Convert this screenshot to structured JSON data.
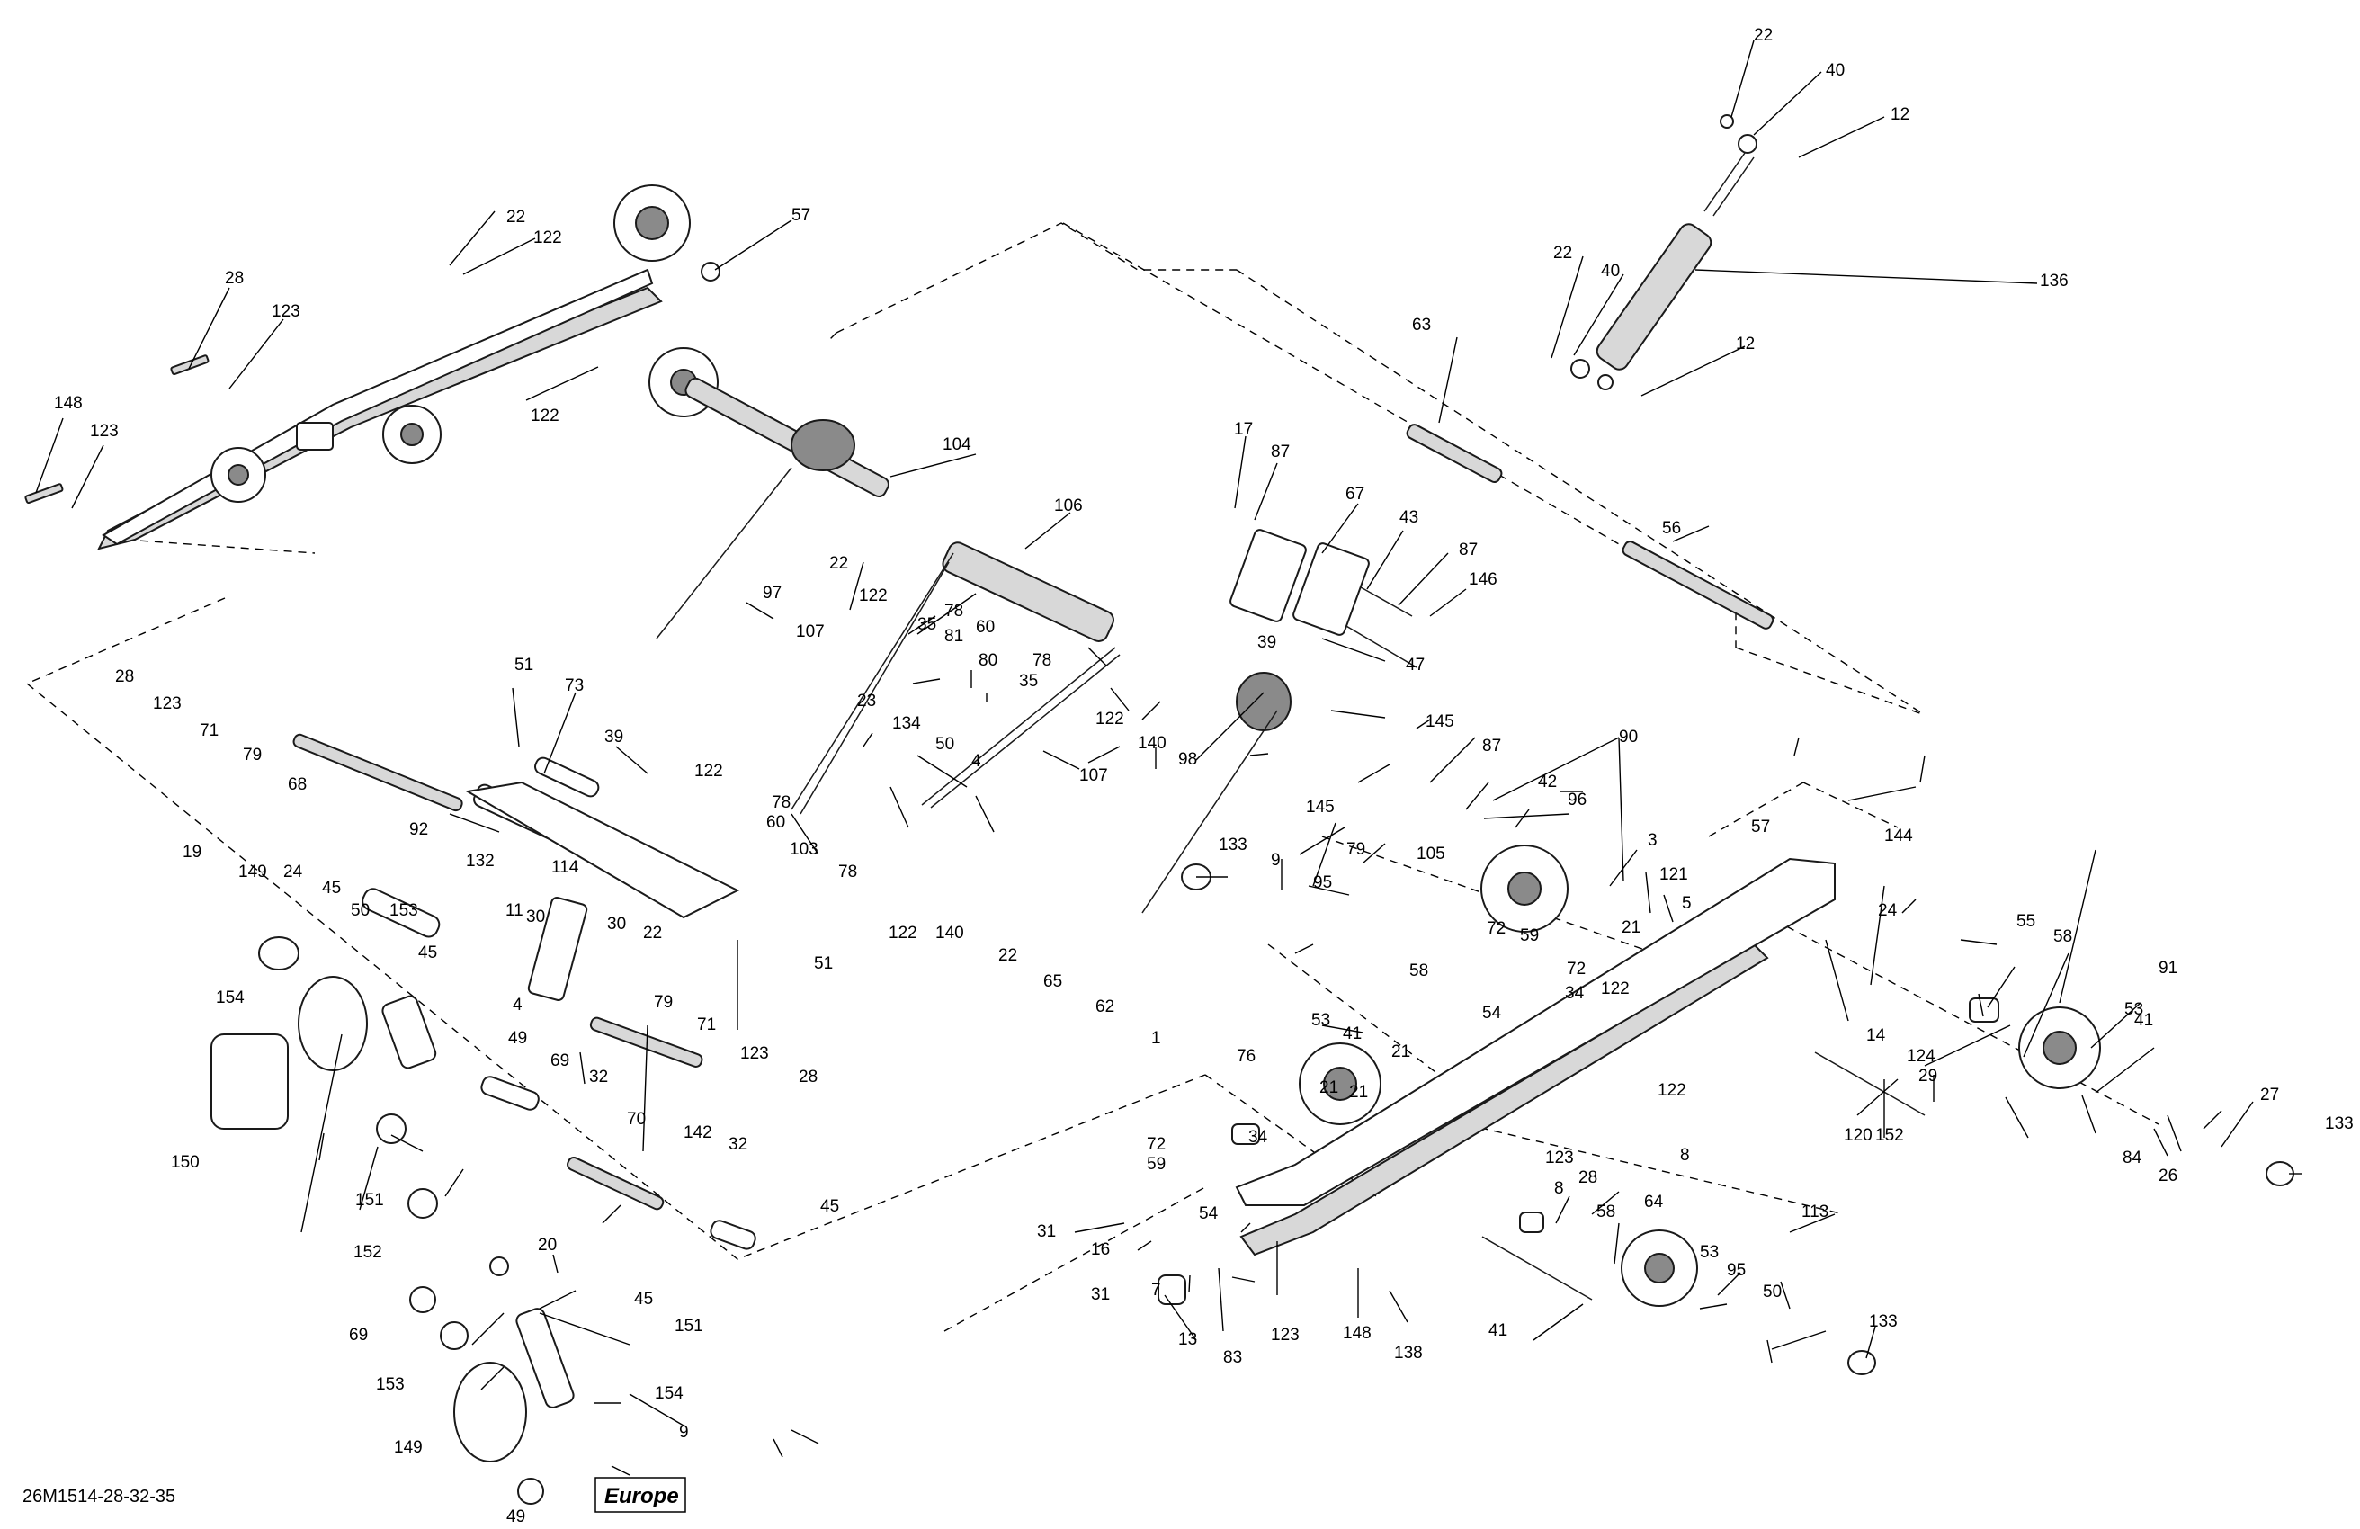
{
  "callouts": [
    "22",
    "40",
    "12",
    "57",
    "22",
    "122",
    "28",
    "123",
    "136",
    "22",
    "40",
    "12",
    "63",
    "148",
    "123",
    "122",
    "56",
    "104",
    "106",
    "17",
    "87",
    "67",
    "43",
    "87",
    "146",
    "22",
    "122",
    "35",
    "81",
    "78",
    "60",
    "97",
    "107",
    "78",
    "80",
    "35",
    "39",
    "47",
    "28",
    "123",
    "71",
    "79",
    "51",
    "73",
    "39",
    "23",
    "134",
    "50",
    "122",
    "78",
    "60",
    "4",
    "107",
    "122",
    "140",
    "145",
    "98",
    "87",
    "90",
    "42",
    "96",
    "92",
    "68",
    "132",
    "114",
    "103",
    "78",
    "79",
    "145",
    "105",
    "3",
    "121",
    "5",
    "21",
    "19",
    "149",
    "24",
    "45",
    "50",
    "153",
    "45",
    "11",
    "30",
    "30",
    "22",
    "133",
    "9",
    "95",
    "72",
    "59",
    "72",
    "34",
    "57",
    "144",
    "24",
    "55",
    "58",
    "91",
    "154",
    "4",
    "79",
    "71",
    "123",
    "28",
    "51",
    "122",
    "140",
    "22",
    "65",
    "62",
    "1",
    "76",
    "53",
    "41",
    "58",
    "21",
    "54",
    "122",
    "14",
    "124",
    "29",
    "53",
    "41",
    "27",
    "49",
    "69",
    "32",
    "70",
    "21",
    "122",
    "120",
    "84",
    "26",
    "133",
    "150",
    "151",
    "152",
    "142",
    "32",
    "72",
    "59",
    "34",
    "21",
    "123",
    "28",
    "8",
    "152",
    "69",
    "45",
    "20",
    "31",
    "16",
    "54",
    "8",
    "58",
    "64",
    "113",
    "31",
    "7",
    "13",
    "83",
    "123",
    "148",
    "138",
    "41",
    "53",
    "95",
    "50",
    "45",
    "151",
    "153",
    "154",
    "149",
    "49",
    "9",
    "133"
  ],
  "footer": {
    "code": "26M1514-28-32-35",
    "region": "Europe"
  }
}
